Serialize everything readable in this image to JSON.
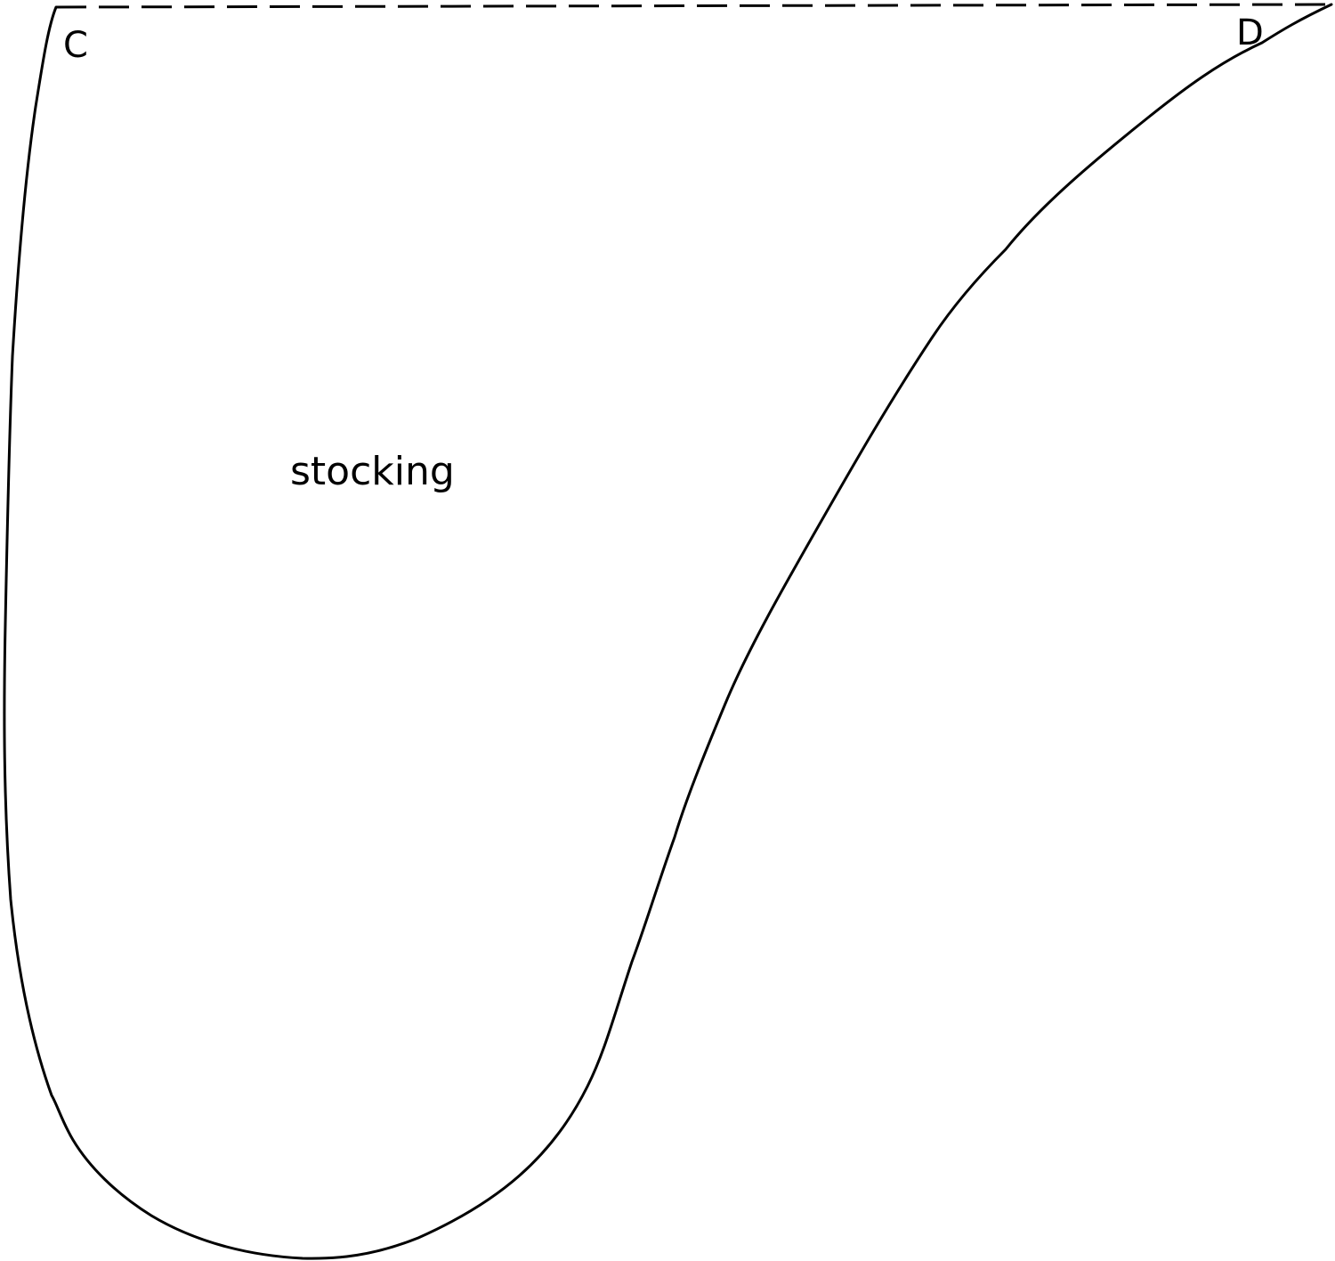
{
  "pattern": {
    "piece_name": "stocking",
    "corner_left": "C",
    "corner_right": "D",
    "edges": {
      "top": "dashed",
      "outline": "solid"
    },
    "colors": {
      "line": "#000000",
      "background": "#ffffff"
    }
  }
}
